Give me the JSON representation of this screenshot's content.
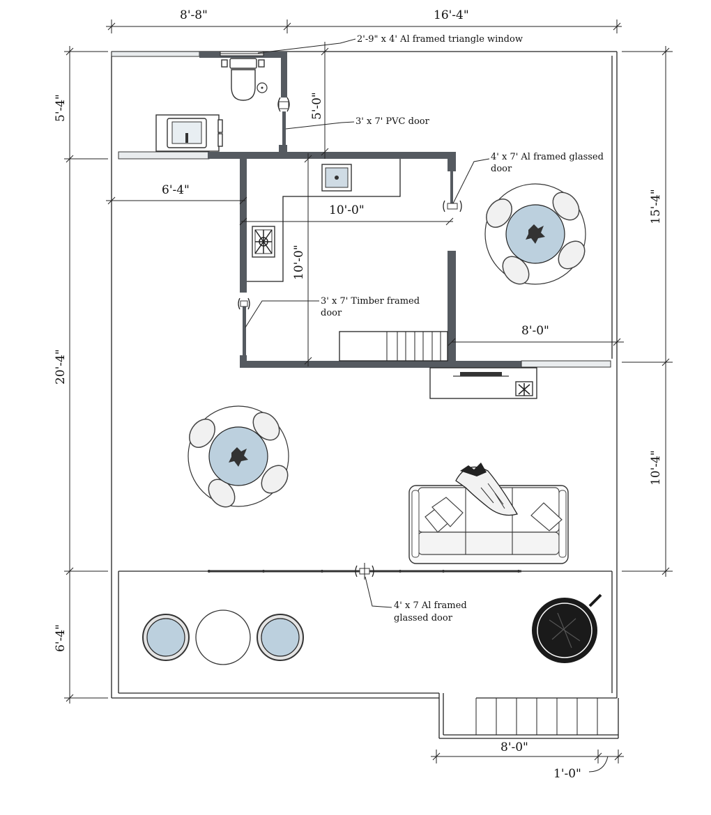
{
  "dimensions": {
    "top_left": "8'-8\"",
    "top_right": "16'-4\"",
    "left_top": "5'-4\"",
    "left_middle": "20'-4\"",
    "left_bottom": "6'-4\"",
    "right_top": "15'-4\"",
    "right_middle": "10'-4\"",
    "inner_6_4": "6'-4\"",
    "inner_10_0_h": "10'-0\"",
    "inner_10_0_v": "10'-0\"",
    "inner_5_0": "5'-0\"",
    "inner_8_0": "8'-0\"",
    "stair_8_0": "8'-0\"",
    "stair_1_0": "1'-0\""
  },
  "notes": {
    "triangle_window": "2'-9\" x 4' Al framed triangle window",
    "pvc_door": "3' x 7' PVC door",
    "glass_door_1_l1": "4' x 7' Al framed glassed",
    "glass_door_1_l2": "door",
    "timber_door_l1": "3' x 7' Timber framed",
    "timber_door_l2": "door",
    "glass_door_2_l1": "4' x 7 Al framed",
    "glass_door_2_l2": "glassed door"
  }
}
